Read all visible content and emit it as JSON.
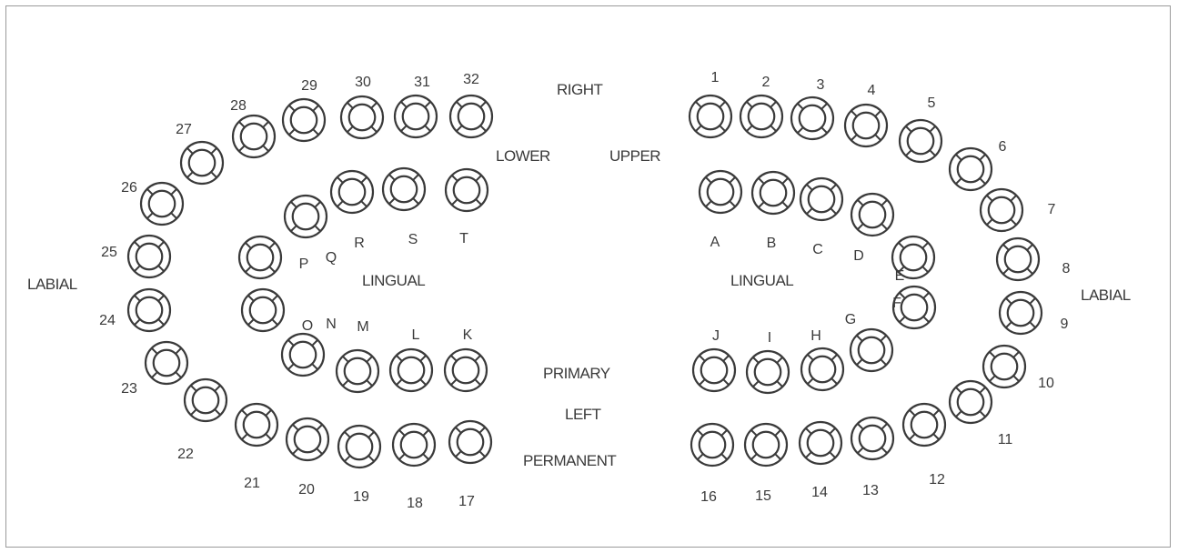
{
  "diagram": {
    "labels": {
      "right": "RIGHT",
      "left": "LEFT",
      "upper": "UPPER",
      "lower": "LOWER",
      "lingual_left": "LINGUAL",
      "lingual_right": "LINGUAL",
      "labial_left": "LABIAL",
      "labial_right": "LABIAL",
      "primary": "PRIMARY",
      "permanent": "PERMANENT"
    },
    "permanent_teeth": [
      "1",
      "2",
      "3",
      "4",
      "5",
      "6",
      "7",
      "8",
      "9",
      "10",
      "11",
      "12",
      "13",
      "14",
      "15",
      "16",
      "17",
      "18",
      "19",
      "20",
      "21",
      "22",
      "23",
      "24",
      "25",
      "26",
      "27",
      "28",
      "29",
      "30",
      "31",
      "32"
    ],
    "primary_teeth": [
      "A",
      "B",
      "C",
      "D",
      "E",
      "F",
      "G",
      "H",
      "I",
      "J",
      "K",
      "L",
      "M",
      "N",
      "O",
      "P",
      "Q",
      "R",
      "S",
      "T"
    ]
  }
}
